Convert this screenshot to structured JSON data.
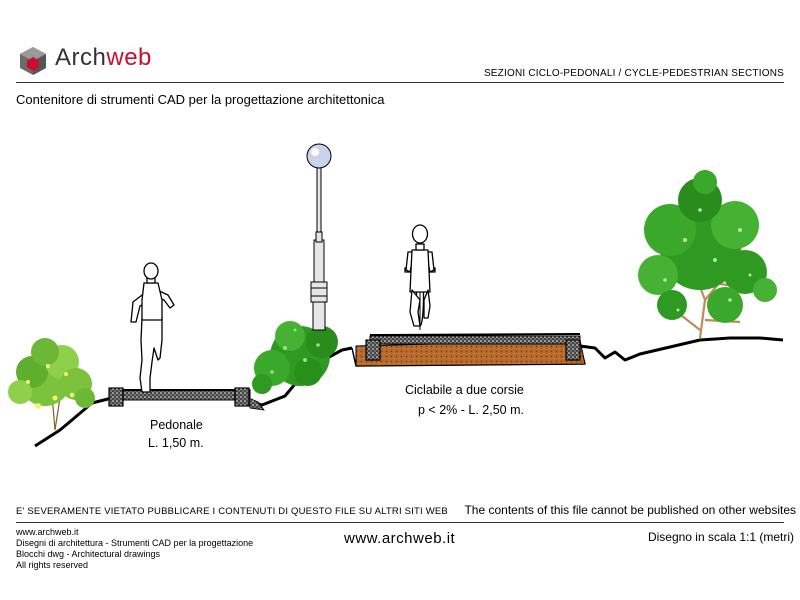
{
  "header": {
    "brand_part1": "Arch",
    "brand_part2": "web",
    "section_title": "SEZIONI CICLO-PEDONALI  /  CYCLE-PEDESTRIAN SECTIONS",
    "subtitle": "Contenitore di strumenti CAD per la progettazione architettonica"
  },
  "drawing": {
    "pedestrian_label_1": "Pedonale",
    "pedestrian_label_2": "L. 1,50 m.",
    "cycle_label_1": "Ciclabile a due corsie",
    "cycle_label_2": "p < 2% - L. 2,50 m."
  },
  "footer": {
    "warning_it": "E' SEVERAMENTE VIETATO PUBBLICARE I CONTENUTI DI QUESTO FILE SU ALTRI SITI WEB",
    "warning_en": "The contents of this file cannot be published on other websites",
    "line1": "www.archweb.it",
    "line2": "Disegni di architettura - Strumenti CAD  per la progettazione",
    "line3": "Blocchi dwg - Architectural drawings",
    "line4": "All rights reserved",
    "site_url": "www.archweb.it",
    "scale": "Disegno in scala 1:1 (metri)"
  },
  "colors": {
    "brand_red": "#c8102e",
    "logo_gray": "#5a5a5a",
    "foliage": "#2f9a22",
    "foliage_light": "#7cc23c",
    "soil": "#b86a2c",
    "paving": "#222222"
  }
}
